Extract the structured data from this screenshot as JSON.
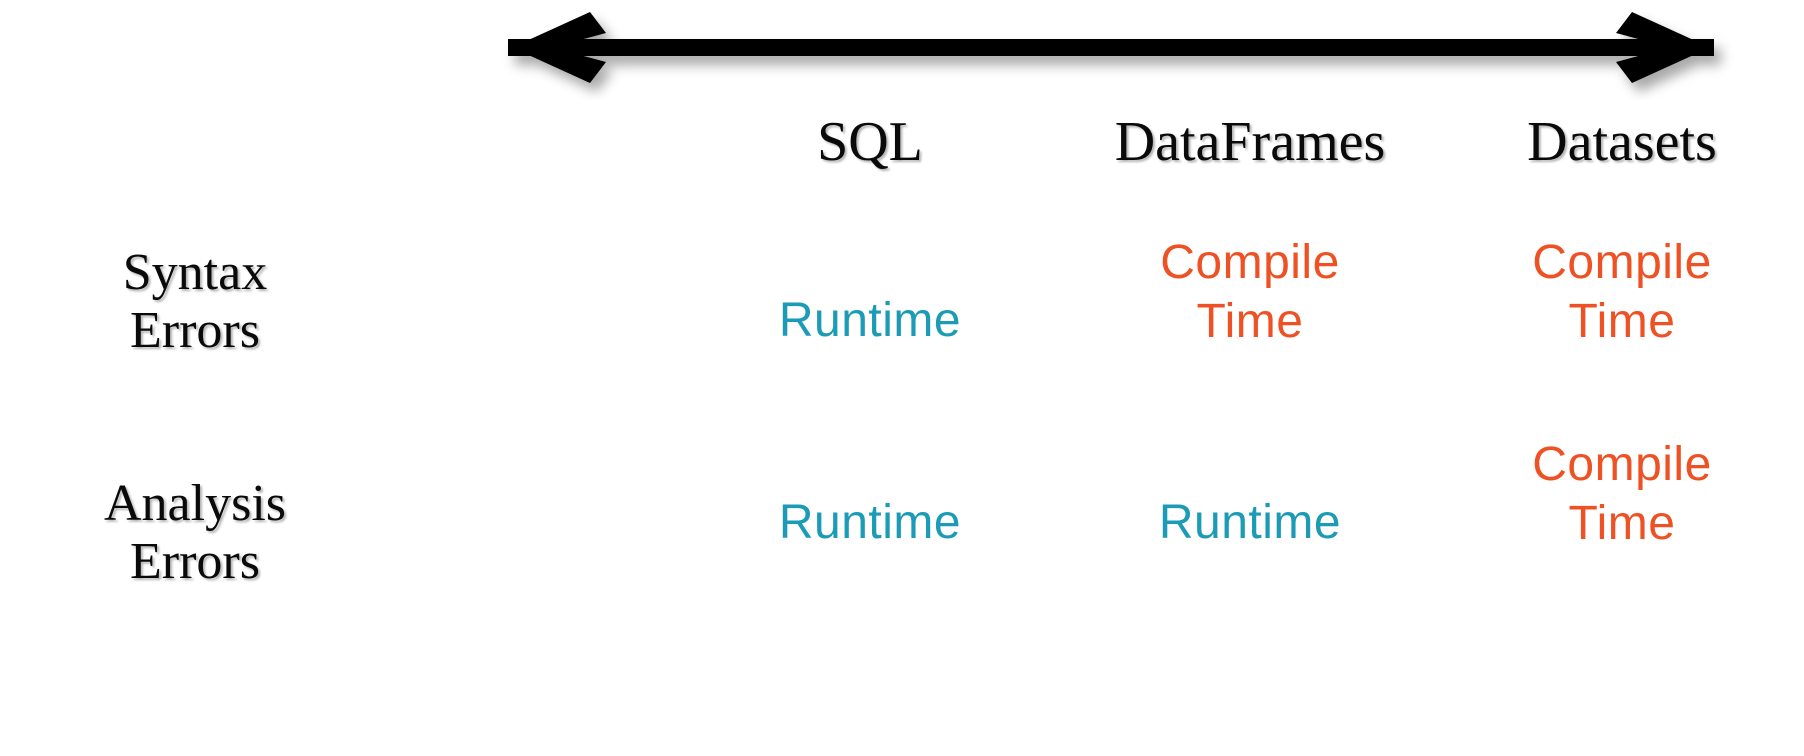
{
  "axis": {
    "icon": "double-headed-arrow-icon",
    "direction": "bidirectional",
    "color": "#000000"
  },
  "colors": {
    "runtime": "#1b9bb5",
    "compile": "#ee5124",
    "label": "#0a0a0a",
    "background": "#ffffff"
  },
  "matrix": {
    "corner_label": "",
    "columns": [
      {
        "id": "sql",
        "label": "SQL"
      },
      {
        "id": "dataframes",
        "label": "DataFrames"
      },
      {
        "id": "datasets",
        "label": "Datasets"
      }
    ],
    "rows": [
      {
        "id": "syntax-errors",
        "label_line1": "Syntax",
        "label_line2": "Errors",
        "cells": [
          {
            "column": "sql",
            "tone": "runtime",
            "line1": "Runtime",
            "line2": ""
          },
          {
            "column": "dataframes",
            "tone": "compile",
            "line1": "Compile",
            "line2": "Time"
          },
          {
            "column": "datasets",
            "tone": "compile",
            "line1": "Compile",
            "line2": "Time"
          }
        ]
      },
      {
        "id": "analysis-errors",
        "label_line1": "Analysis",
        "label_line2": "Errors",
        "cells": [
          {
            "column": "sql",
            "tone": "runtime",
            "line1": "Runtime",
            "line2": ""
          },
          {
            "column": "dataframes",
            "tone": "runtime",
            "line1": "Runtime",
            "line2": ""
          },
          {
            "column": "datasets",
            "tone": "compile",
            "line1": "Compile",
            "line2": "Time"
          }
        ]
      }
    ]
  }
}
